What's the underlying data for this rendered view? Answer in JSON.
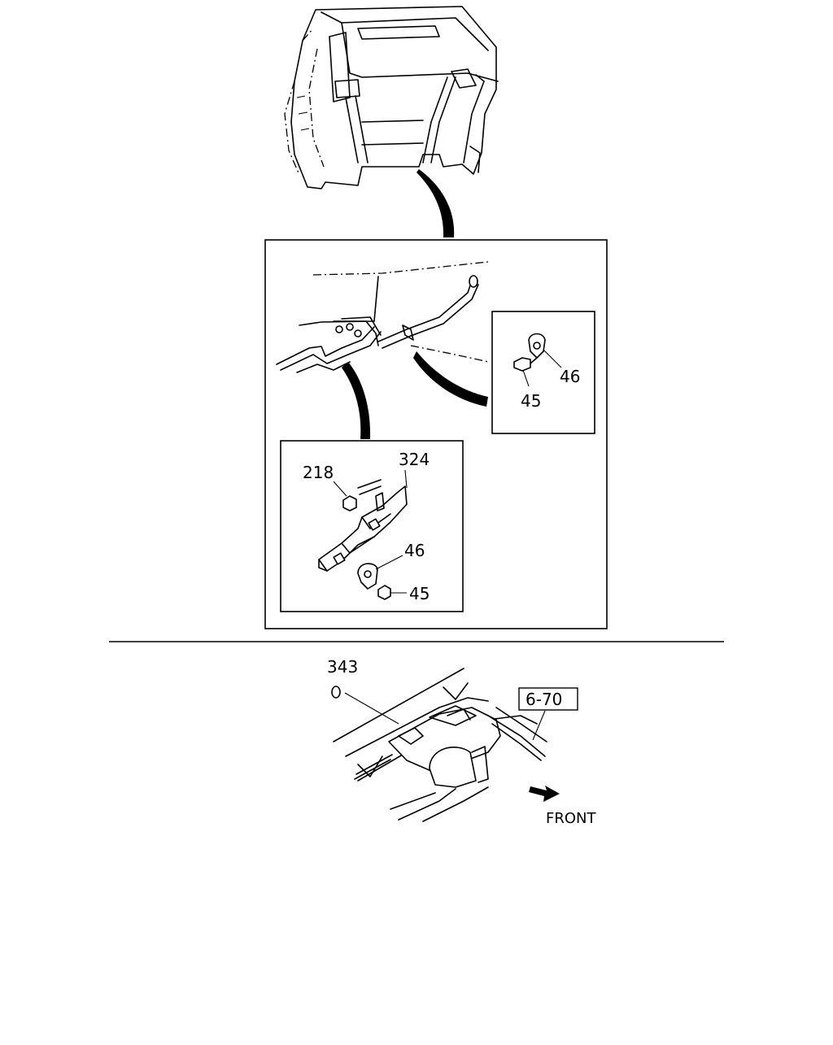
{
  "callouts": {
    "part_218": "218",
    "part_324": "324",
    "part_46_detail": "46",
    "part_45_detail": "45",
    "part_46_clip": "46",
    "part_45_clip": "45",
    "part_343": "343",
    "ref_6_70": "6-70"
  },
  "labels": {
    "front": "FRONT"
  }
}
